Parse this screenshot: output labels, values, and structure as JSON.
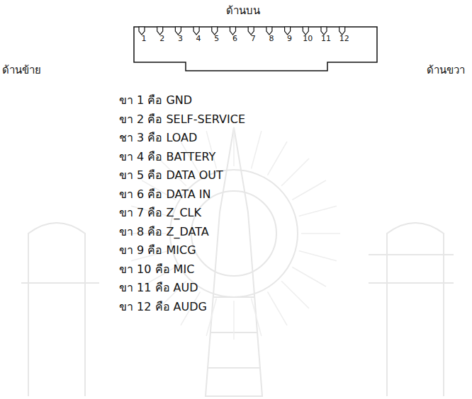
{
  "diagram": {
    "labels": [
      "ด้านบน",
      "1",
      "2",
      "3",
      "4",
      "5",
      "6",
      "7",
      "8",
      "9",
      "10",
      "11",
      "12",
      "ด้านข้าย",
      "ด้านขวา",
      "ขา 1 คือ GND",
      "ขา 2 คือ SELF-SERVICE",
      "ชา 3 คือ LOAD",
      "ขา 4 คือ BATTERY",
      "ขา 5 คือ DATA OUT",
      "ขา 6 คือ DATA IN",
      "ขา 7 คือ Z_CLK",
      "ขา 8 คือ Z_DATA",
      "ขา 9 คือ MICG",
      "ขา 10 คือ MIC",
      "ขา 11 คือ AUD",
      "ขา 12 คือ AUDG"
    ]
  }
}
